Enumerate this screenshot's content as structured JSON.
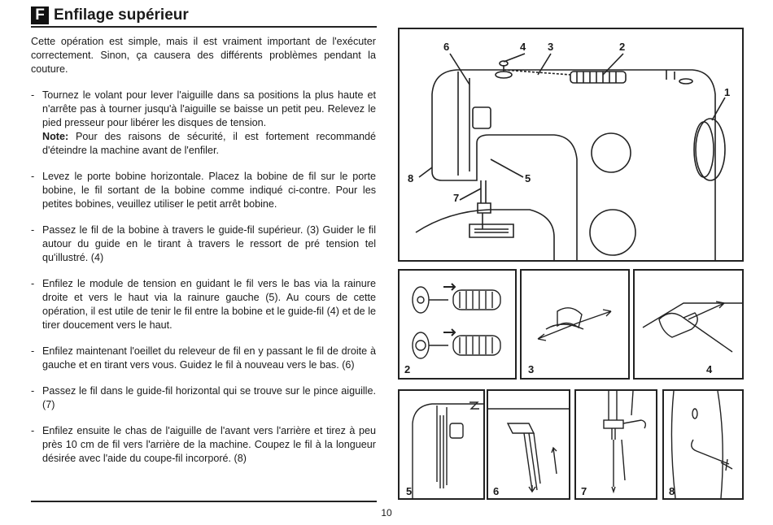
{
  "header": {
    "badge": "F",
    "title": "Enfilage supérieur"
  },
  "intro": "Cette opération est simple, mais il est vraiment important de l'exécuter correctement. Sinon, ça causera des différents problèmes pendant la couture.",
  "steps": [
    {
      "text": "Tournez le volant pour lever l'aiguille dans sa positions la plus haute et n'arrête pas à tourner jusqu'à l'aiguille se baisse un petit peu. Relevez le pied  presseur pour libérer les disques de tension.",
      "note_label": "Note:",
      "note_text": " Pour des raisons de sécurité, il est fortement recommandé d'éteindre la machine avant de l'enfiler."
    },
    {
      "text": "Levez le porte bobine horizontale. Placez la bobine de fil sur le porte bobine, le fil sortant de la bobine comme indiqué ci-contre. Pour les petites bobines, veuillez utiliser le petit arrêt bobine."
    },
    {
      "text": "Passez le fil de la bobine à travers le guide-fil supérieur. (3) Guider le fil autour du guide en le tirant à travers le ressort de pré tension tel qu'illustré. (4)"
    },
    {
      "text": "Enfilez le module de tension en guidant le fil vers le bas via la rainure droite et vers le haut via la rainure gauche (5). Au cours de cette opération, il est utile de tenir le fil entre la bobine et le guide-fil (4) et de le tirer doucement vers le haut."
    },
    {
      "text": "Enfilez maintenant l'oeillet du releveur de fil en y passant le fil de droite à gauche et en tirant vers vous. Guidez le fil à nouveau vers le bas. (6)"
    },
    {
      "text": "Passez le fil dans le guide-fil horizontal qui se trouve sur le pince aiguille. (7)"
    },
    {
      "text": "Enfilez ensuite le chas de l'aiguille de l'avant vers l'arrière et tirez à peu près 10 cm de fil vers l'arrière de la machine. Coupez le fil à la longueur désirée avec l'aide du coupe-fil incorporé. (8)"
    }
  ],
  "main_figure": {
    "callouts": [
      "6",
      "4",
      "3",
      "2",
      "1",
      "8",
      "5",
      "7"
    ]
  },
  "detail_figures": [
    "2",
    "3",
    "4",
    "5",
    "6",
    "7",
    "8"
  ],
  "dash": "-",
  "page_number": "10"
}
